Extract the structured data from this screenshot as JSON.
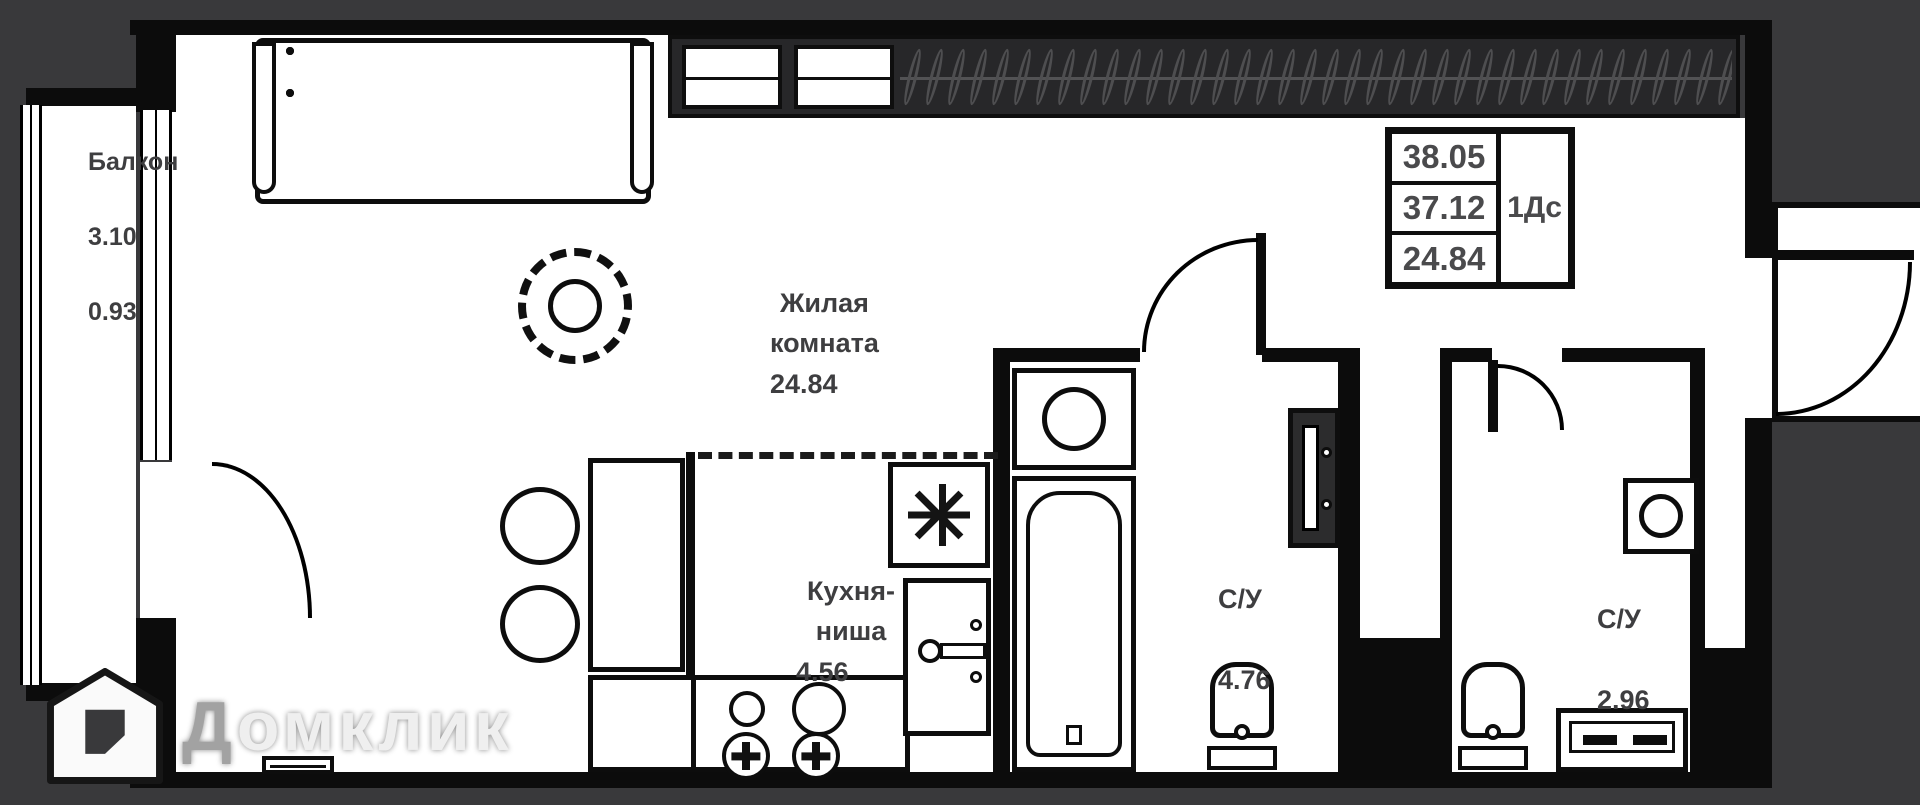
{
  "rooms": {
    "balcony": {
      "name": "Балкон",
      "dim": "3.10",
      "area": "0.93"
    },
    "living": {
      "name": "Жилая комната",
      "area": "24.84"
    },
    "kitchen": {
      "name": "Кухня-ниша",
      "area": "4.56"
    },
    "bathroom_main": {
      "name": "С/У",
      "area": "4.76"
    },
    "bathroom_small": {
      "name": "С/У",
      "area": "2.96"
    }
  },
  "stamp": {
    "total_area": "38.05",
    "area_without_balcony": "37.12",
    "living_area": "24.84",
    "unit_type": "1Дс"
  },
  "watermark": {
    "brand": "Домклик"
  },
  "colors": {
    "background": "#39393b",
    "wall": "#0c0c0c",
    "floor": "#ffffff",
    "label_text": "#3e3e40"
  }
}
